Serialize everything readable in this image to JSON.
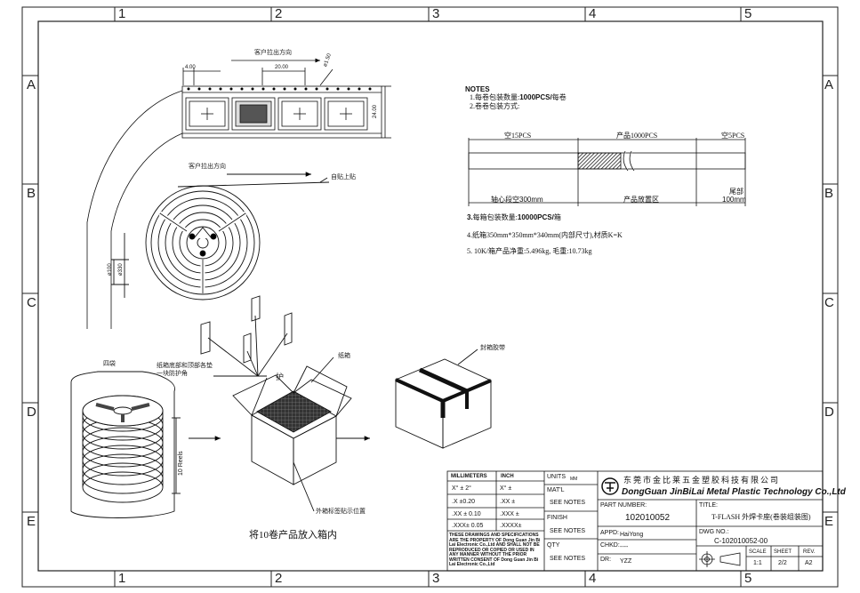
{
  "zones": {
    "top": [
      "1",
      "2",
      "3",
      "4",
      "5"
    ],
    "bottom": [
      "1",
      "2",
      "3",
      "4",
      "5"
    ],
    "left": [
      "A",
      "B",
      "C",
      "D",
      "E"
    ],
    "right": [
      "A",
      "B",
      "C",
      "D",
      "E"
    ]
  },
  "tape": {
    "pull_direction_1": "客户拉出方向",
    "pitch_small": "4.00",
    "pitch_large": "20.00",
    "hole_dia": "ø1.50",
    "width": "24.00"
  },
  "reel": {
    "pull_direction_2": "客户拉出方向",
    "tape_label": "自贴上贴",
    "dia_100": "ø100",
    "dia_330": "ø330"
  },
  "notes": {
    "title": "NOTES",
    "n1_prefix": "1.每卷包装数量:",
    "n1_bold": "1000PCS/",
    "n1_suffix": "每卷",
    "n2": "2.卷卷包装方式:",
    "seg_empty_lead": "空15PCS",
    "seg_product": "产品1000PCS",
    "seg_empty_tail": "空5PCS",
    "seg_leader_label": "轴心段空",
    "seg_leader_value": "300mm",
    "seg_product_area": "产品放置区",
    "seg_tail_label": "尾部",
    "seg_tail_value": "100mm",
    "n3_prefix": "3.",
    "n3_text": "每箱包装数量:",
    "n3_bold": "10000PCS/",
    "n3_suffix": "箱",
    "n4": "4.纸箱350mm*350mm*340mm(内部尺寸),材质K=K",
    "n5": "5.  10K/箱产品净重:5.496kg,  毛重:10.73kg"
  },
  "assembly": {
    "label_carton": "纸箱",
    "label_corners": "纸箱底部和顶部各垫\n一块防护角",
    "label_protect": "护",
    "label_sealtape": "封箱胶带",
    "label_outer_label": "外箱标签贴示位置",
    "label_bag": "四袋",
    "label_10reels": "10 Reels",
    "caption": "将10卷产品放入箱内"
  },
  "title_block": {
    "hdr_mm": "MILLIMETERS",
    "hdr_inch": "INCH",
    "tol_x_mm": "X° ± 2°",
    "tol_x_in": "X° ±",
    "tol_1_mm": ".X  ±0.20",
    "tol_1_in": ".XX  ±",
    "tol_2_mm": ".XX ± 0.10",
    "tol_2_in": ".XXX ±",
    "tol_3_mm": ".XXX± 0.05",
    "tol_3_in": ".XXXX±",
    "disclaimer": "THESE DRAWINGS AND SPECIFICATIONS ARE THE PROPERTY OF Dong Guan Jin Bi Lai Electronic Co.,Ltd AND SHALL NOT BE REPRODUCED OR COPIED OR USED IN ANY MANNER WITHOUT THE PRIOR WRITTEN CONSENT OF Dong Guan Jin Bi Lai Electronic Co.,Ltd",
    "units_label": "UNITS",
    "units_value": "MM",
    "matl_label": "MAT'L",
    "matl_value": "SEE NOTES",
    "finish_label": "FINISH",
    "finish_value": "SEE NOTES",
    "qty_label": "QTY",
    "qty_value": "SEE NOTES",
    "company_cn": "东莞市金比莱五金塑胶科技有限公司",
    "company_en": "DongGuan JinBiLai Metal Plastic Technology Co.,Ltd",
    "part_label": "PART NUMBER:",
    "part_value": "102010052",
    "title_label": "TITLE:",
    "title_value": "T-FLASH 外焊卡座(卷装组装图)",
    "appd_label": "APPD:",
    "appd_value": "HaiYong",
    "chkd_label": "CHKD:",
    "chkd_value": "----",
    "dr_label": "DR:",
    "dr_value": "YZZ",
    "dwg_label": "DWG NO.:",
    "dwg_value": "C-102010052-00",
    "scale_label": "SCALE",
    "scale_value": "1:1",
    "sheet_label": "SHEET",
    "sheet_value": "2/2",
    "rev_label": "REV.",
    "rev_value": "A2"
  }
}
